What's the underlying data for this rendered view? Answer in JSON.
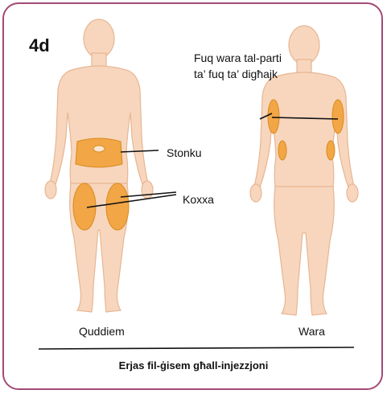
{
  "figure": {
    "label": "4d",
    "callouts": {
      "back_arm": "Fuq wara tal-parti ta’ fuq ta’ digħajk",
      "stomach": "Stonku",
      "thigh": "Koxxa"
    },
    "views": {
      "front": "Quddiem",
      "back": "Wara"
    },
    "caption": "Erjas fil-ġisem għall-injezzjoni"
  },
  "colors": {
    "frame": "#a24a73",
    "skin": "#f7d6bd",
    "skin_outline": "#e7b693",
    "injection_area": "#f2a646",
    "injection_outline": "#d98a1e"
  }
}
